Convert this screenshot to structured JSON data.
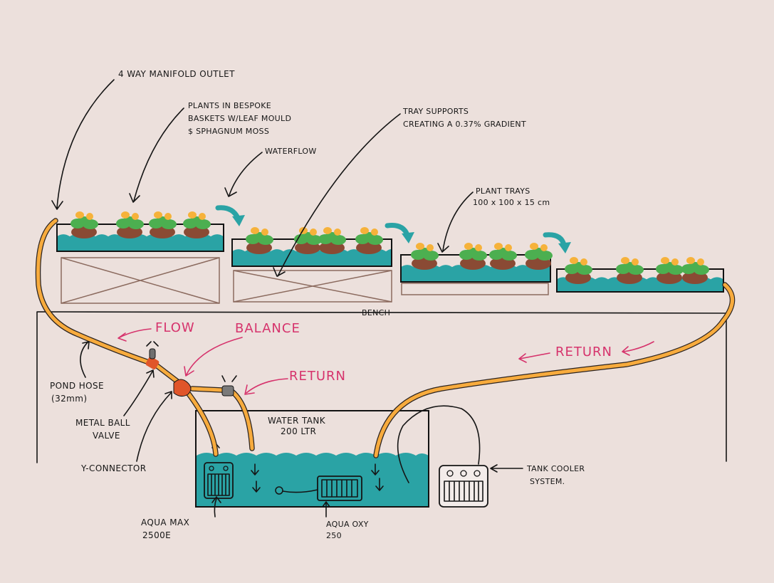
{
  "labels": {
    "manifold": "4 WAY MANIFOLD OUTLET",
    "plants_line1": "PLANTS IN BESPOKE",
    "plants_line2": "BASKETS W/LEAF MOULD",
    "plants_line3": "$ SPHAGNUM MOSS",
    "tray_supports_line1": "TRAY SUPPORTS",
    "tray_supports_line2": "CREATING A 0.37% GRADIENT",
    "waterflow": "WATERFLOW",
    "plant_trays_line1": "PLANT TRAYS",
    "plant_trays_line2": "100 x 100 x 15 cm",
    "bench": "BENCH",
    "flow": "FLOW",
    "balance": "BALANCE",
    "return_left": "RETURN",
    "return_right": "RETURN",
    "pond_hose_line1": "POND HOSE",
    "pond_hose_line2": "(32mm)",
    "ball_valve_line1": "METAL BALL",
    "ball_valve_line2": "VALVE",
    "y_connector": "Y-CONNECTOR",
    "water_tank_line1": "WATER TANK",
    "water_tank_line2": "200 LTR",
    "tank_cooler_line1": "TANK COOLER",
    "tank_cooler_line2": "SYSTEM.",
    "aquamax_line1": "AQUA MAX",
    "aquamax_line2": "2500E",
    "aqua_oxy_line1": "AQUA OXY",
    "aqua_oxy_line2": "250"
  },
  "colors": {
    "background": "#ece0dc",
    "water": "#2aa3a5",
    "hose": "#f7ab3d",
    "annotation_pink": "#d6336c",
    "soil": "#8a4a34",
    "leaf": "#4caf50",
    "flower": "#f6b23a",
    "valve_red": "#e0552a",
    "ink": "#151515"
  },
  "icons": {
    "flow_arrow": "teal-curved-arrow-icon",
    "pump": "pump-grille-icon",
    "cooler": "cooler-unit-icon",
    "valve": "ball-valve-icon",
    "connector": "y-connector-icon"
  }
}
